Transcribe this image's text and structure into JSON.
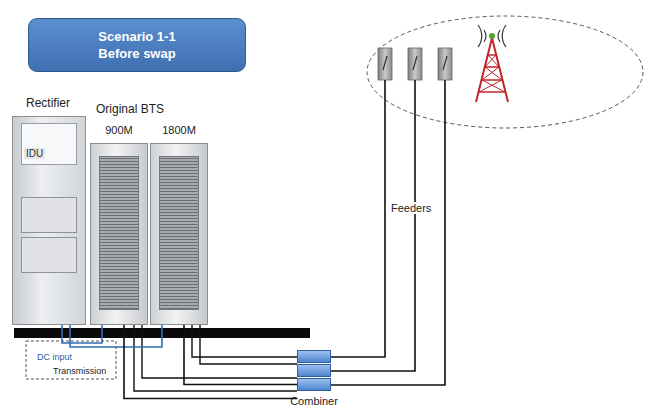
{
  "diagram": {
    "nodes": [
      {
        "text": [
          "Scenario 1-1",
          "Before swap"
        ]
      },
      {
        "text": [
          "Rectifier",
          "IDU"
        ]
      },
      {
        "text": [
          "900M"
        ]
      },
      {
        "text": [
          "1800M"
        ]
      },
      {
        "text": [
          "Combiner"
        ]
      }
    ],
    "edges": [
      {
        "from": 1,
        "to": 2,
        "arrow": "none"
      },
      {
        "from": 1,
        "to": 3,
        "arrow": "none"
      },
      {
        "from": 2,
        "to": 4,
        "arrow": "none"
      },
      {
        "from": 3,
        "to": 4,
        "arrow": "none"
      }
    ],
    "labels": [
      "Original BTS",
      "Feeders",
      "DC input",
      "Transmission"
    ]
  }
}
